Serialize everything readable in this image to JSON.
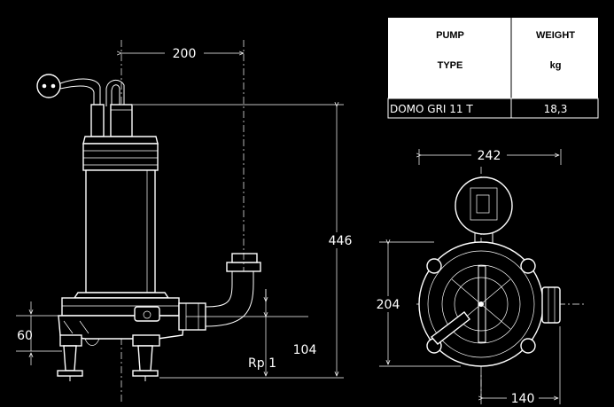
{
  "table": {
    "header_col1_line1": "PUMP",
    "header_col1_line2": "TYPE",
    "header_col2_line1": "WEIGHT",
    "header_col2_line2": "kg",
    "rows": [
      {
        "type": "DOMO GRI 11 T",
        "weight": "18,3"
      }
    ]
  },
  "dimensions": {
    "outlet_offset": "200",
    "total_height": "446",
    "outlet_height": "104",
    "base_height": "60",
    "thread": "Rp  1",
    "plan_width": "242",
    "plan_depth": "204",
    "plan_half": "140"
  },
  "colors": {
    "background": "#000000",
    "lines": "#ffffff",
    "table_header": "#ffffff"
  }
}
